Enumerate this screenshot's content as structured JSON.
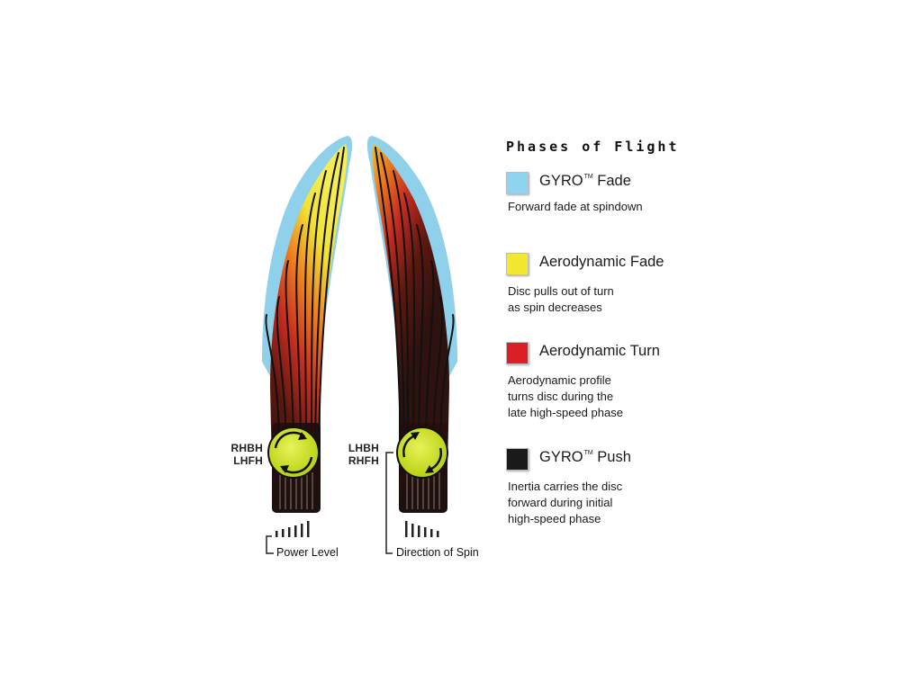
{
  "labels": {
    "left_rotation": [
      "RHBH",
      "LHFH"
    ],
    "right_rotation": [
      "LHBH",
      "RHFH"
    ],
    "power_level": "Power Level",
    "direction_of_spin": "Direction of Spin"
  },
  "legend": {
    "title": "Phases of Flight",
    "items": [
      {
        "name": "GYRO",
        "tm": "TM",
        "suffix": " Fade",
        "color": "#8fd4ee",
        "description": [
          "Forward fade at spindown"
        ]
      },
      {
        "name": "Aerodynamic Fade",
        "tm": "",
        "suffix": "",
        "color": "#f2e830",
        "description": [
          "Disc pulls out of turn",
          "as spin decreases"
        ]
      },
      {
        "name": "Aerodynamic Turn",
        "tm": "",
        "suffix": "",
        "color": "#dc1f26",
        "description": [
          "Aerodynamic profile",
          "turns disc during the",
          "late high-speed phase"
        ]
      },
      {
        "name": "GYRO",
        "tm": "TM",
        "suffix": " Push",
        "color": "#1a1a1a",
        "description": [
          "Inertia carries the disc",
          "forward during initial",
          "high-speed phase"
        ]
      }
    ]
  }
}
